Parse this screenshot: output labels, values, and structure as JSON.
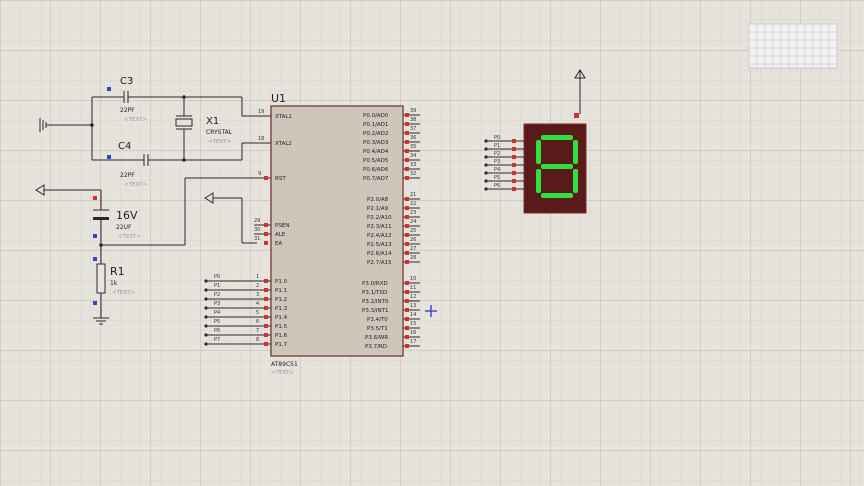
{
  "colors": {
    "background": "#e6e2dc",
    "grid_minor": "#d2cdc6",
    "grid_major": "#bdb7af",
    "chip_fill": "#cfc6bb",
    "chip_border": "#6b2e2e",
    "pin_red": "#d32f2f",
    "pin_blue": "#3344cc",
    "segment_on": "#2ee040",
    "display_bg": "#5a1a1a"
  },
  "icons": [
    "ground-icon",
    "power-arrow-icon",
    "crosshair-cursor-icon"
  ],
  "components": {
    "c3": {
      "ref": "C3",
      "value": "22PF",
      "text": "<TEXT>"
    },
    "c4": {
      "ref": "C4",
      "value": "22PF",
      "text": "<TEXT>"
    },
    "x1": {
      "ref": "X1",
      "value": "CRYSTAL",
      "text": "<TEXT>"
    },
    "c_elec": {
      "ref": "16V",
      "value": "22UF",
      "text": "<TEXT>"
    },
    "r1": {
      "ref": "R1",
      "value": "1k",
      "text": "<TEXT>"
    }
  },
  "mcu": {
    "ref": "U1",
    "part": "AT89C51",
    "text": "<TEXT>",
    "left_pins": {
      "xtal1": {
        "name": "XTAL1",
        "num": "19"
      },
      "xtal2": {
        "name": "XTAL2",
        "num": "18"
      },
      "rst": {
        "name": "RST",
        "num": "9"
      },
      "psen": {
        "name": "PSEN",
        "num": "29"
      },
      "ale": {
        "name": "ALE",
        "num": "30"
      },
      "ea": {
        "name": "EA",
        "num": "31"
      }
    },
    "p1_pins": [
      {
        "name": "P1.0",
        "num": "1",
        "net": "P0"
      },
      {
        "name": "P1.1",
        "num": "2",
        "net": "P1"
      },
      {
        "name": "P1.2",
        "num": "3",
        "net": "P2"
      },
      {
        "name": "P1.3",
        "num": "4",
        "net": "P3"
      },
      {
        "name": "P1.4",
        "num": "5",
        "net": "P4"
      },
      {
        "name": "P1.5",
        "num": "6",
        "net": "P5"
      },
      {
        "name": "P1.6",
        "num": "7",
        "net": "P6"
      },
      {
        "name": "P1.7",
        "num": "8",
        "net": "P7"
      }
    ],
    "p0_pins": [
      {
        "name": "P0.0/AD0",
        "num": "39"
      },
      {
        "name": "P0.1/AD1",
        "num": "38"
      },
      {
        "name": "P0.2/AD2",
        "num": "37"
      },
      {
        "name": "P0.3/AD3",
        "num": "36"
      },
      {
        "name": "P0.4/AD4",
        "num": "35"
      },
      {
        "name": "P0.5/AD5",
        "num": "34"
      },
      {
        "name": "P0.6/AD6",
        "num": "33"
      },
      {
        "name": "P0.7/AD7",
        "num": "32"
      }
    ],
    "p2_pins": [
      {
        "name": "P2.0/A8",
        "num": "21"
      },
      {
        "name": "P2.1/A9",
        "num": "22"
      },
      {
        "name": "P2.2/A10",
        "num": "23"
      },
      {
        "name": "P2.3/A11",
        "num": "24"
      },
      {
        "name": "P2.4/A12",
        "num": "25"
      },
      {
        "name": "P2.5/A13",
        "num": "26"
      },
      {
        "name": "P2.6/A14",
        "num": "27"
      },
      {
        "name": "P2.7/A15",
        "num": "28"
      }
    ],
    "p3_pins": [
      {
        "name": "P3.0/RXD",
        "num": "10"
      },
      {
        "name": "P3.1/TXD",
        "num": "11"
      },
      {
        "name": "P3.2/INT0",
        "num": "12"
      },
      {
        "name": "P3.3/INT1",
        "num": "13"
      },
      {
        "name": "P3.4/T0",
        "num": "14"
      },
      {
        "name": "P3.5/T1",
        "num": "15"
      },
      {
        "name": "P3.6/WR",
        "num": "16"
      },
      {
        "name": "P3.7/RD",
        "num": "17"
      }
    ]
  },
  "display": {
    "digit": "8",
    "inputs": [
      "P0",
      "P1",
      "P2",
      "P3",
      "P4",
      "P5",
      "P6"
    ]
  }
}
